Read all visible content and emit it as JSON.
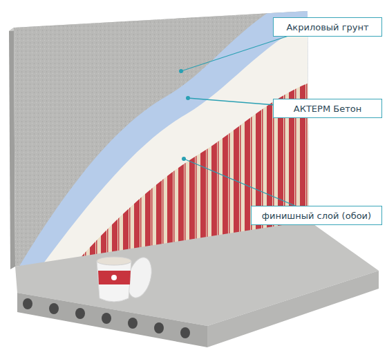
{
  "diagram": {
    "nodes": [
      {
        "text": [
          "Акриловый грунт"
        ]
      },
      {
        "text": [
          "АКТЕРМ Бетон"
        ]
      },
      {
        "text": [
          "финишный слой (обои)"
        ]
      }
    ]
  }
}
